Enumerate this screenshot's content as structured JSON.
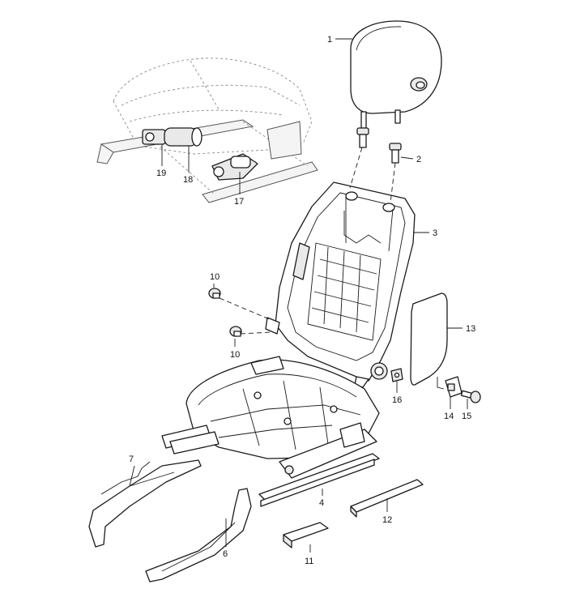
{
  "callouts": {
    "c1": "1",
    "c2": "2",
    "c3": "3",
    "c4": "4",
    "c6": "6",
    "c7": "7",
    "c10a": "10",
    "c10b": "10",
    "c11": "11",
    "c12": "12",
    "c13": "13",
    "c14": "14",
    "c15": "15",
    "c16": "16",
    "c17": "17",
    "c18": "18",
    "c19": "19"
  }
}
